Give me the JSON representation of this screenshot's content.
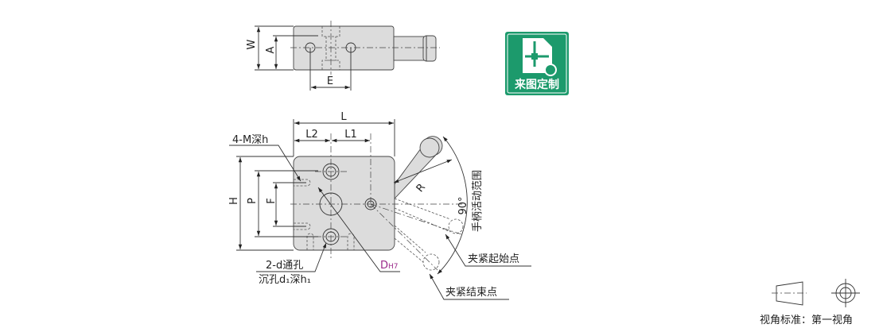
{
  "top_view": {
    "dim_w": "W",
    "dim_a": "A",
    "dim_e": "E"
  },
  "front_view": {
    "dim_l": "L",
    "dim_l2": "L2",
    "dim_l1": "L1",
    "dim_h": "H",
    "dim_p": "P",
    "dim_f": "F",
    "dim_r": "R",
    "thread_label": "4-M深h",
    "through_hole_label": "2-d通孔",
    "counterbore_label": "沉孔d₁深h₁",
    "bore_label": "D",
    "bore_tolerance": "H7",
    "angle_label": "90°",
    "range_label": "手柄活动范围",
    "clamp_start_label": "夹紧起始点",
    "clamp_end_label": "夹紧结束点"
  },
  "badge": {
    "label": "来图定制",
    "color": "#1c9a6c"
  },
  "projection": {
    "label": "视角标准：第一视角"
  },
  "colors": {
    "bore_label": "#9b2a8a"
  }
}
